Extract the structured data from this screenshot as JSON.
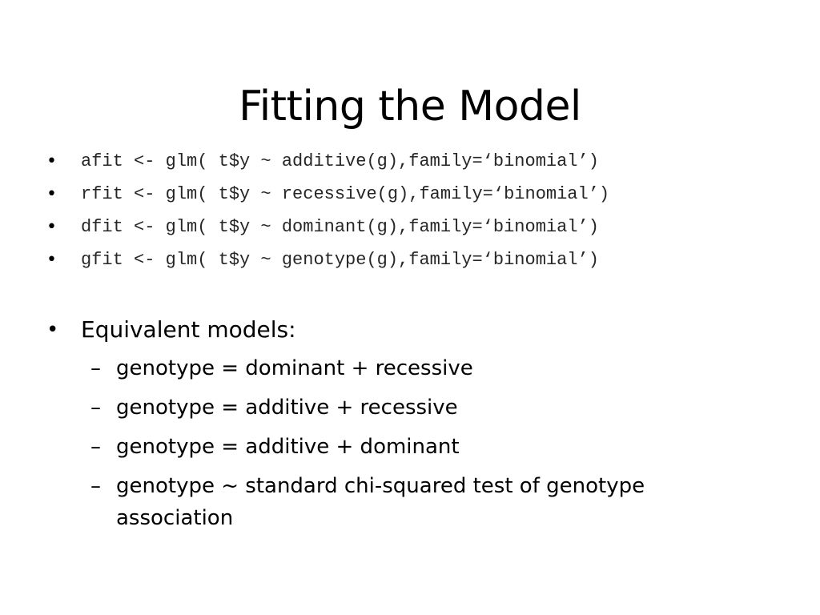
{
  "slide": {
    "title": "Fitting the Model",
    "bullet_glyph": "•",
    "dash_glyph": "–",
    "code_lines": [
      "afit <- glm( t$y ~ additive(g),family=‘binomial’)",
      "rfit <- glm( t$y ~ recessive(g),family=‘binomial’)",
      "dfit <- glm( t$y ~ dominant(g),family=‘binomial’)",
      "gfit <- glm( t$y ~ genotype(g),family=‘binomial’)"
    ],
    "equivalent_heading": "Equivalent models:",
    "equivalent_items": [
      "genotype = dominant + recessive",
      "genotype = additive + recessive",
      "genotype = additive + dominant",
      "genotype ~ standard chi-squared test of genotype association"
    ]
  }
}
